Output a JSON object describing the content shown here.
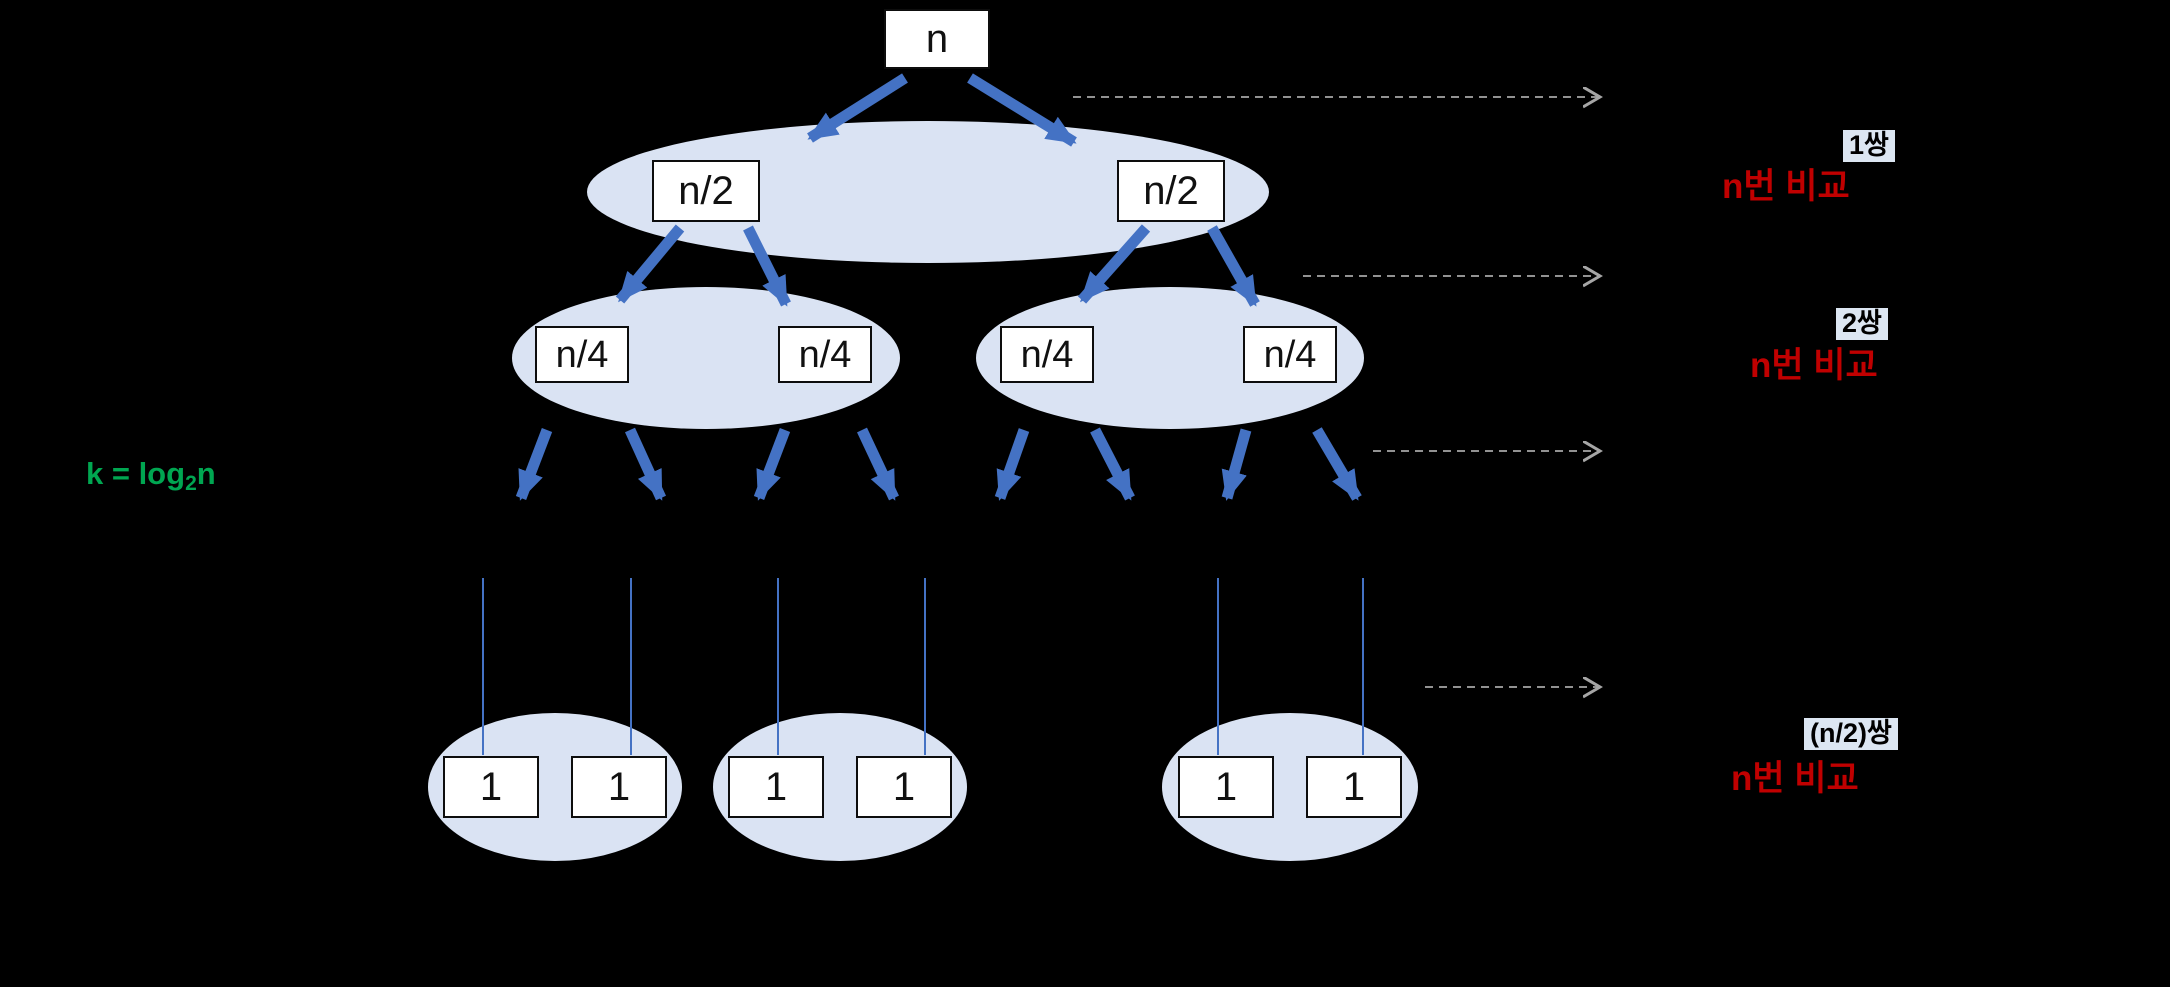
{
  "diagram": {
    "description": "merge-sort recursion tree with comparison counts per level",
    "colors": {
      "background": "#000000",
      "arrow_blue": "#4472C4",
      "ellipse_fill": "#DAE3F3",
      "node_background": "#FFFFFF",
      "node_border": "#0D0D0D",
      "count_red": "#C00000",
      "formula_green": "#00A651",
      "dashed_gray": "#A6A6A6",
      "pair_highlight": "#DCE6F2"
    },
    "nodes": {
      "root": "n",
      "level1": [
        "n/2",
        "n/2"
      ],
      "level2": [
        "n/4",
        "n/4",
        "n/4",
        "n/4"
      ],
      "leaves": [
        "1",
        "1",
        "1",
        "1",
        "1",
        "1"
      ]
    },
    "formula": {
      "prefix": "k = log",
      "subscript": "2",
      "suffix": "n"
    },
    "annotations": [
      {
        "pair": "1쌍",
        "count": "n번 비교"
      },
      {
        "pair": "2쌍",
        "count": "n번 비교"
      },
      {
        "pair": "(n/2)쌍",
        "count": "n번 비교"
      }
    ]
  }
}
